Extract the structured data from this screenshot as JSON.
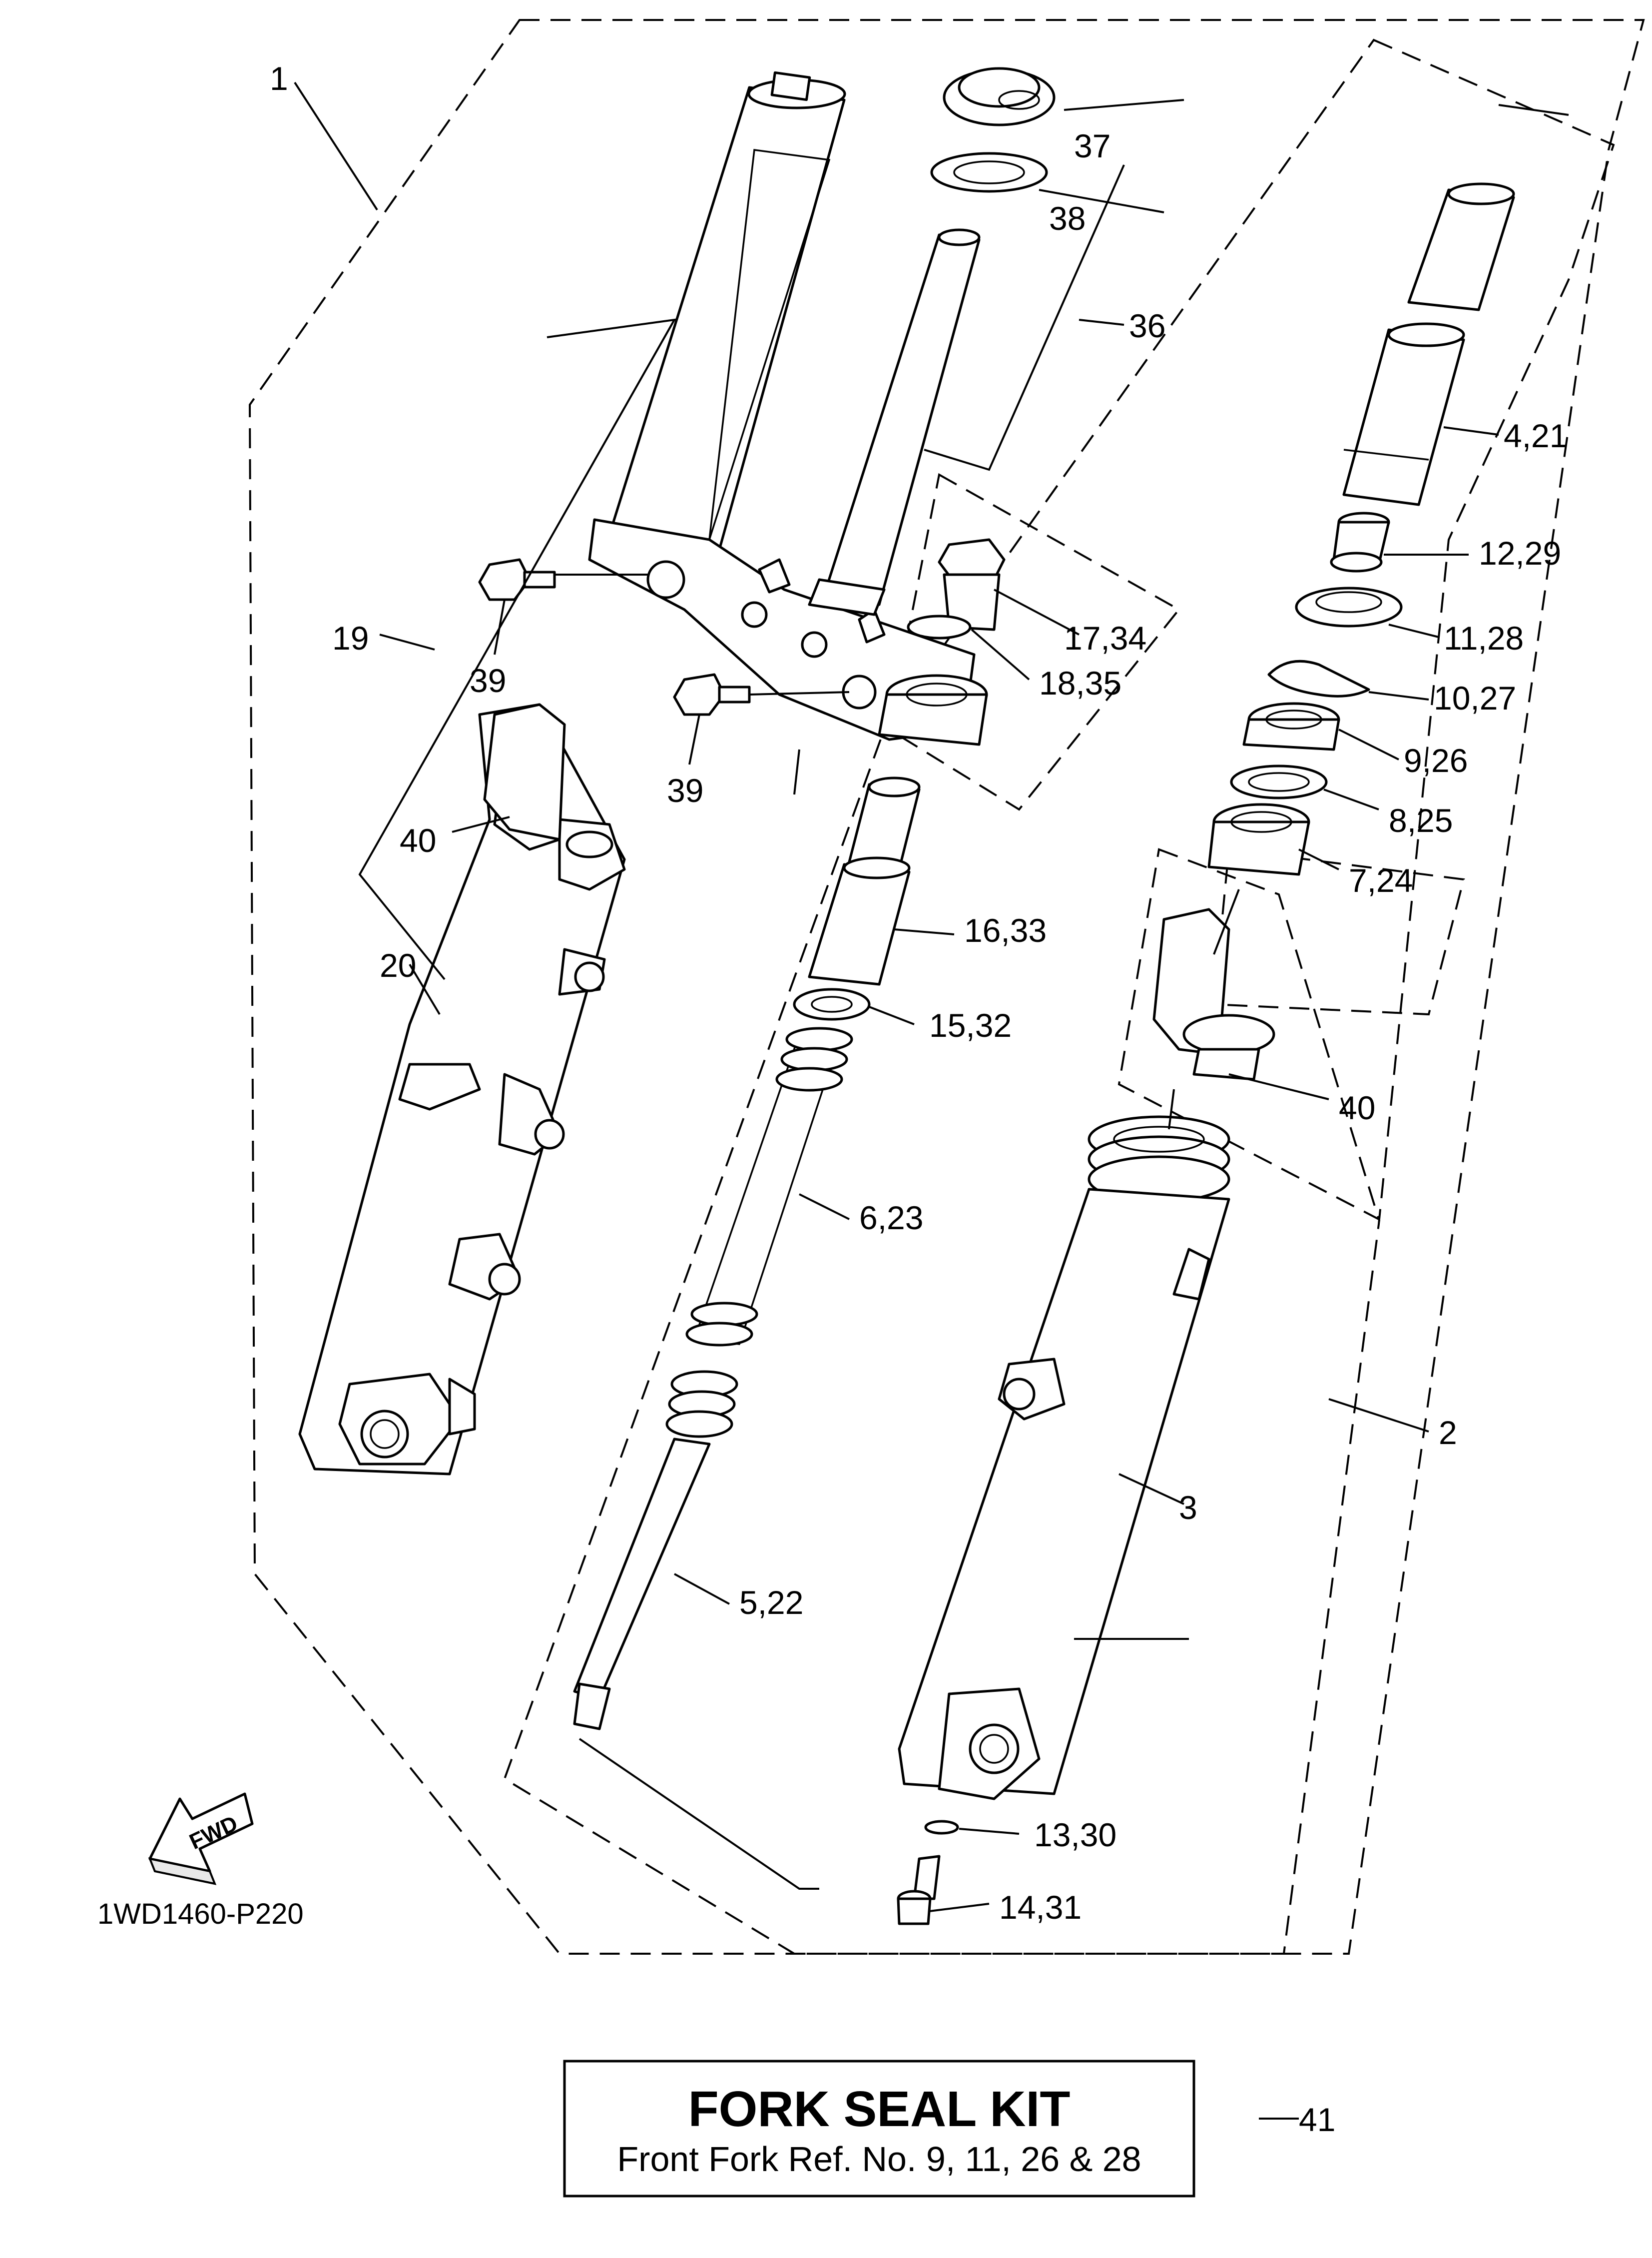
{
  "diagram": {
    "drawing_code": "1WD1460-P220",
    "fwd_label": "FWD",
    "callouts": {
      "c1": "1",
      "c2": "2",
      "c3": "3",
      "c4_21": "4,21",
      "c5_22": "5,22",
      "c6_23": "6,23",
      "c7_24": "7,24",
      "c8_25": "8,25",
      "c9_26": "9,26",
      "c10_27": "10,27",
      "c11_28": "11,28",
      "c12_29": "12,29",
      "c13_30": "13,30",
      "c14_31": "14,31",
      "c15_32": "15,32",
      "c16_33": "16,33",
      "c17_34": "17,34",
      "c18_35": "18,35",
      "c19": "19",
      "c20": "20",
      "c36": "36",
      "c37": "37",
      "c38": "38",
      "c39a": "39",
      "c39b": "39",
      "c40a": "40",
      "c40b": "40",
      "c41": "41"
    }
  },
  "kit_box": {
    "title": "FORK SEAL KIT",
    "subtitle": "Front Fork Ref. No. 9, 11, 26 & 28"
  }
}
